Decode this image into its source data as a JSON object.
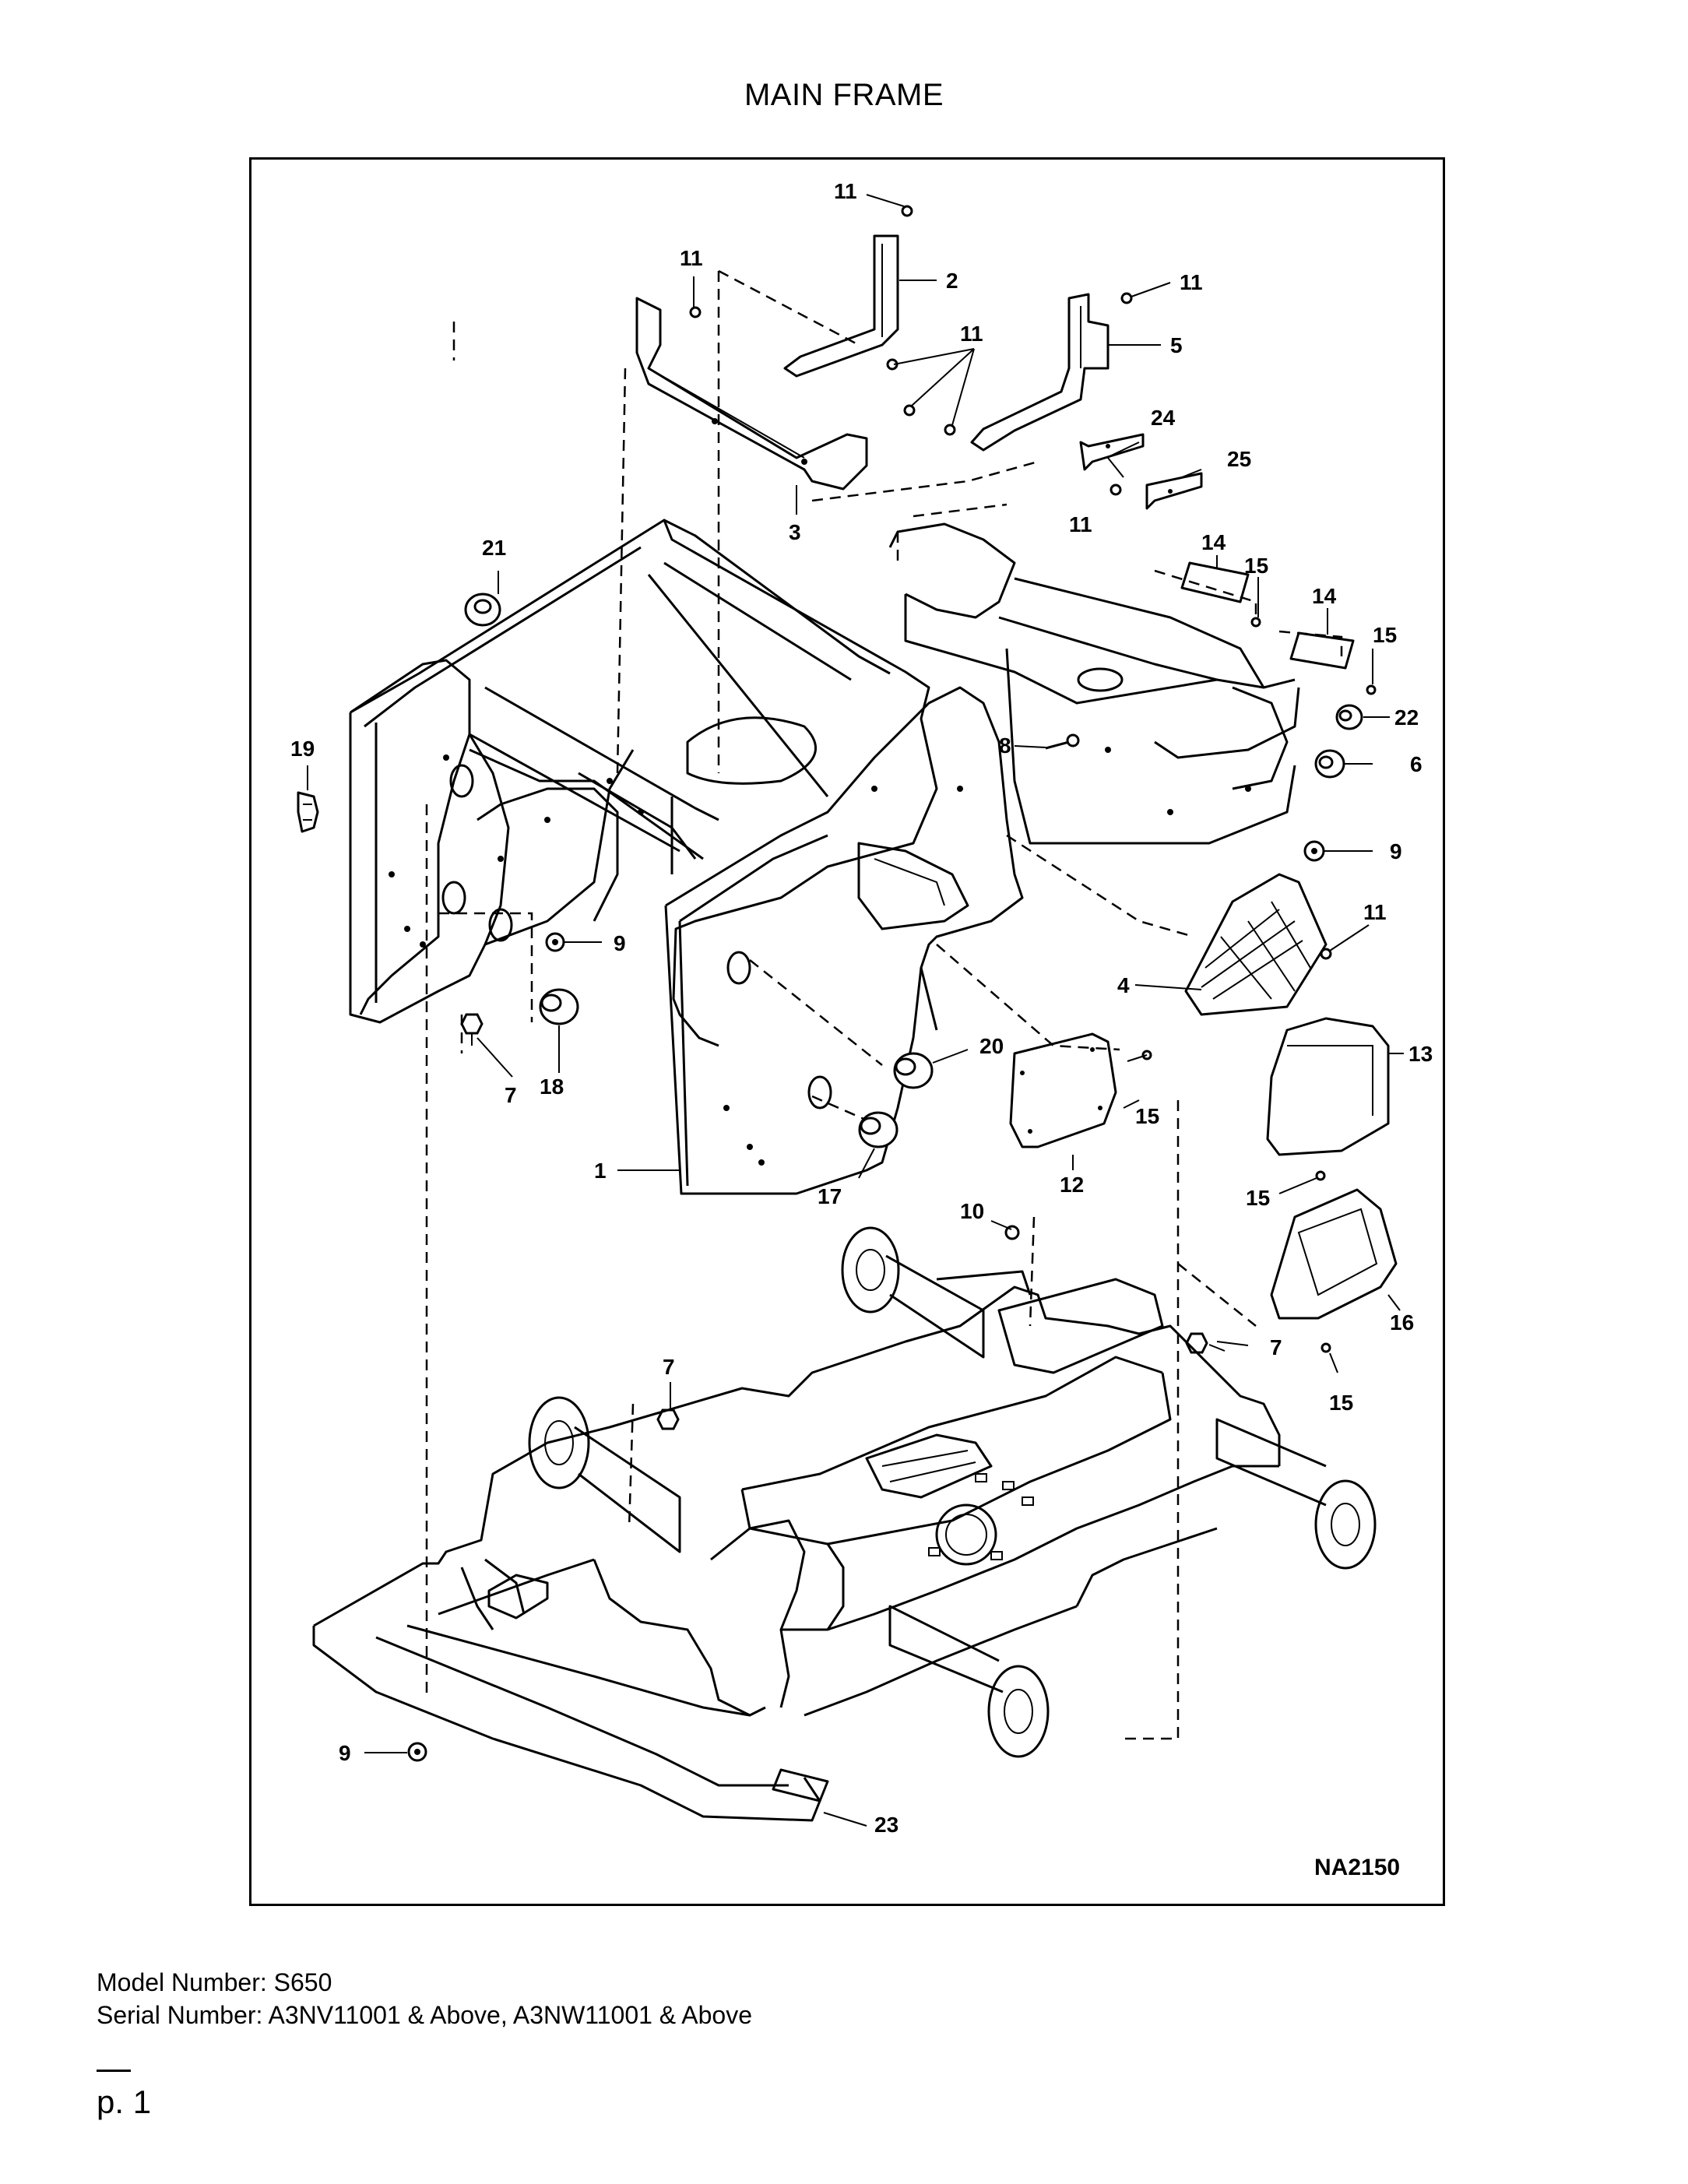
{
  "page": {
    "title": "MAIN FRAME",
    "model_number": "Model Number: S650",
    "serial_number": "Serial Number: A3NV11001 & Above, A3NW11001 & Above",
    "page_number": "p. 1"
  },
  "diagram": {
    "figure_id": "NA2150",
    "callouts": {
      "c1": "1",
      "c2": "2",
      "c3": "3",
      "c4": "4",
      "c5": "5",
      "c6": "6",
      "c7a": "7",
      "c7b": "7",
      "c7c": "7",
      "c8": "8",
      "c9a": "9",
      "c9b": "9",
      "c9c": "9",
      "c10": "10",
      "c11a": "11",
      "c11b": "11",
      "c11c": "11",
      "c11d": "11",
      "c11e": "11",
      "c11f": "11",
      "c12": "12",
      "c13": "13",
      "c14a": "14",
      "c14b": "14",
      "c15a": "15",
      "c15b": "15",
      "c15c": "15",
      "c15d": "15",
      "c15e": "15",
      "c16": "16",
      "c17": "17",
      "c18": "18",
      "c19": "19",
      "c20": "20",
      "c21": "21",
      "c22": "22",
      "c23": "23",
      "c24": "24",
      "c25": "25"
    }
  }
}
